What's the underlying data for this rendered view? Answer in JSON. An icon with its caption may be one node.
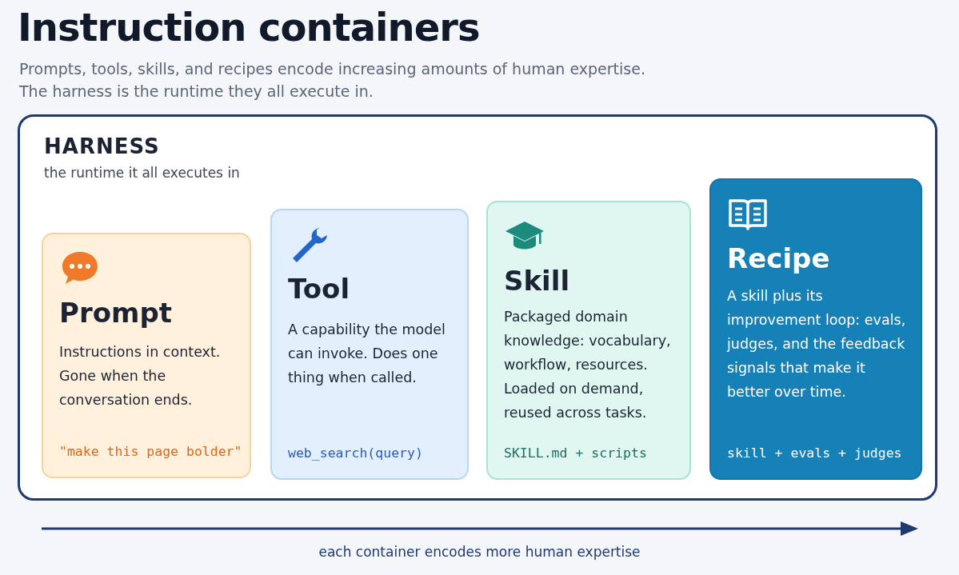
{
  "diagram": {
    "title": "Instruction containers",
    "nodes": [
      {
        "text": [
          "HARNESS",
          "the runtime it all executes in"
        ]
      },
      {
        "text": [
          "Prompt",
          "Instructions in context. Gone when the conversation ends.",
          "\"make this page bolder\""
        ],
        "in": 0
      },
      {
        "text": [
          "Tool",
          "A capability the model can invoke. Does one thing when called.",
          "web_search(query)"
        ],
        "in": 0
      },
      {
        "text": [
          "Skill",
          "Packaged domain knowledge: vocabulary, workflow, resources. Loaded on demand, reused across tasks.",
          "SKILL.md + scripts"
        ],
        "in": 0
      },
      {
        "text": [
          "Recipe",
          "A skill plus its improvement loop: evals, judges, and the feedback signals that make it better over time.",
          "skill + evals + judges"
        ],
        "in": 0
      }
    ],
    "edges": [],
    "labels": [
      "Prompts, tools, skills, and recipes encode increasing amounts of human expertise. The harness is the runtime they all execute in.",
      "each container encodes more human expertise"
    ]
  }
}
